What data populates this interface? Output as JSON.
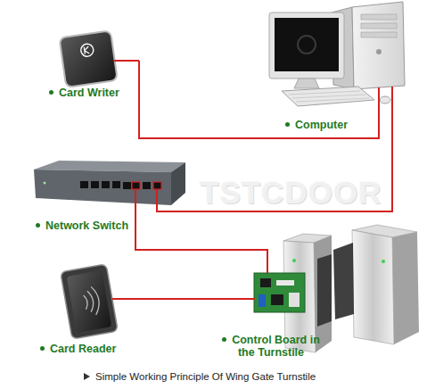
{
  "diagram": {
    "caption": "Simple Working Principle Of Wing Gate Turnstile",
    "nodes": [
      {
        "text": [
          "Card Writer"
        ]
      },
      {
        "text": [
          "Computer"
        ]
      },
      {
        "text": [
          "Network Switch"
        ]
      },
      {
        "text": [
          "Card Reader"
        ]
      },
      {
        "text": [
          "Control Board in the Turnstile"
        ]
      }
    ],
    "edges": [
      {
        "from": 0,
        "to": 1,
        "arrow": "none"
      },
      {
        "from": 2,
        "to": 1,
        "arrow": "none"
      },
      {
        "from": 2,
        "to": 4,
        "arrow": "none"
      },
      {
        "from": 3,
        "to": 4,
        "arrow": "none"
      }
    ],
    "labels": [
      "TSTCDOOR"
    ]
  }
}
